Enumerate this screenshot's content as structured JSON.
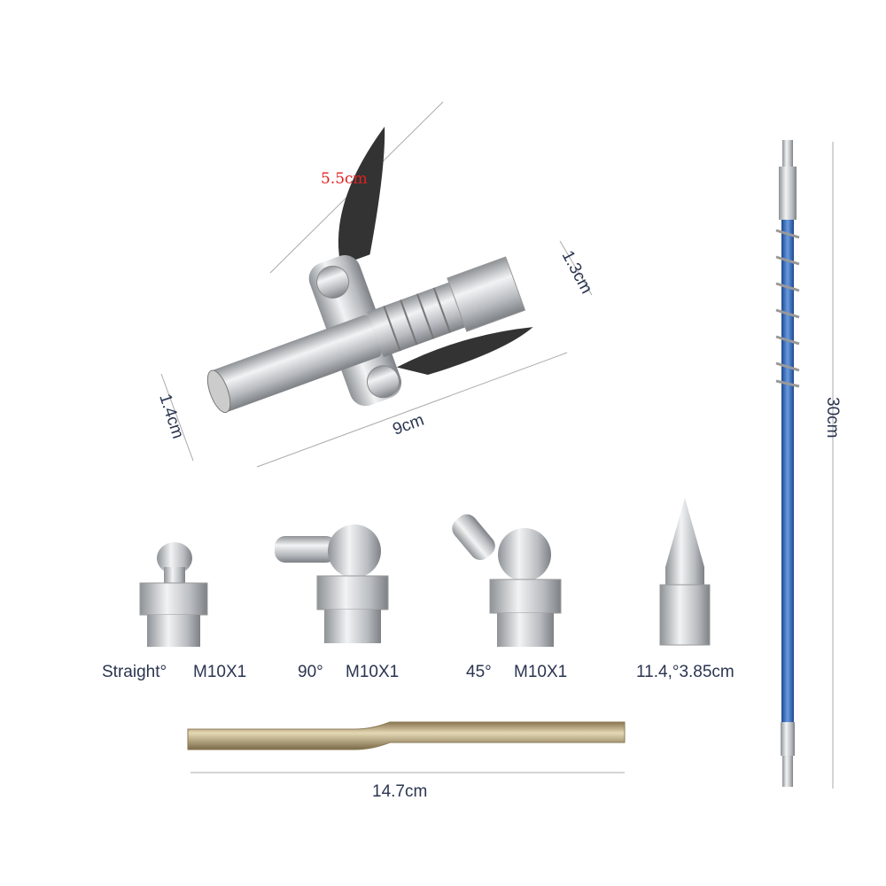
{
  "dimensions": {
    "lever_length": "5.5cm",
    "hex_width": "1.3cm",
    "nozzle_diameter": "1.4cm",
    "coupler_length": "9cm",
    "hose_length": "30cm",
    "pipe_length": "14.7cm"
  },
  "fittings": [
    {
      "angle": "Straight°",
      "thread": "M10X1"
    },
    {
      "angle": "90°",
      "thread": "M10X1"
    },
    {
      "angle": "45°",
      "thread": "M10X1"
    }
  ],
  "needle_nozzle": {
    "size": "11.4,°3.85cm"
  },
  "colors": {
    "label": "#2a3550",
    "accent_label": "#e02020",
    "hose": "#2d63b8",
    "handle": "#333333",
    "metal": "#c4c8cc",
    "brass": "#b49a60"
  }
}
